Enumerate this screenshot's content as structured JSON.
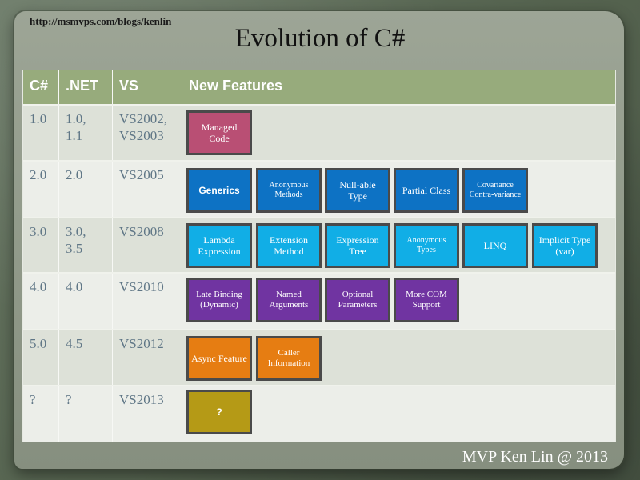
{
  "url": "http://msmvps.com/blogs/kenlin",
  "title": "Evolution of C#",
  "footer": "MVP Ken Lin @ 2013",
  "table": {
    "headers": [
      "C#",
      ".NET",
      "VS",
      "New Features"
    ],
    "rows": [
      {
        "csharp": "1.0",
        "net": "1.0, 1.1",
        "vs": "VS2002, VS2003",
        "features": [
          "Managed Code"
        ]
      },
      {
        "csharp": "2.0",
        "net": "2.0",
        "vs": "VS2005",
        "features": [
          "Generics",
          "Anonymous Methods",
          "Null-able Type",
          "Partial Class",
          "Covariance Contra-variance"
        ]
      },
      {
        "csharp": "3.0",
        "net": "3.0, 3.5",
        "vs": "VS2008",
        "features": [
          "Lambda Expression",
          "Extension Method",
          "Expression Tree",
          "Anonymous Types",
          "LINQ",
          "Implicit Type (var)"
        ]
      },
      {
        "csharp": "4.0",
        "net": "4.0",
        "vs": "VS2010",
        "features": [
          "Late Binding (Dynamic)",
          "Named Arguments",
          "Optional Parameters",
          "More COM Support"
        ]
      },
      {
        "csharp": "5.0",
        "net": "4.5",
        "vs": "VS2012",
        "features": [
          "Async Feature",
          "Caller Information"
        ]
      },
      {
        "csharp": "?",
        "net": "?",
        "vs": "VS2013",
        "features": [
          "?"
        ]
      }
    ]
  },
  "colors": {
    "managed": "#b94f74",
    "generics_row": "#0d72c4",
    "linq_row": "#11aee6",
    "dynamic_row": "#7034a1",
    "async_row": "#e67d12",
    "future": "#b59a16",
    "header_bg": "#97ab7c"
  }
}
